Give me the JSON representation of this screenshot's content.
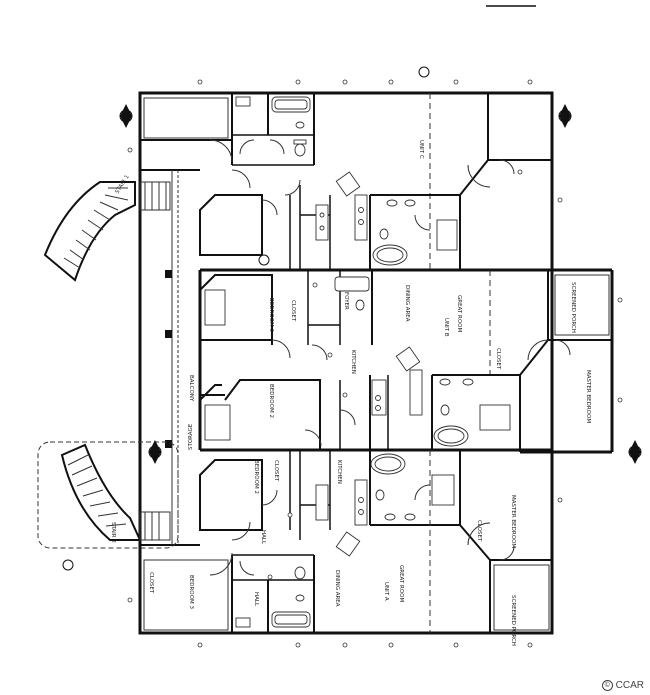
{
  "plan": {
    "labels": {
      "stair_1": "STAIR 1",
      "stair_2": "STAIR 2",
      "unit_a": "UNIT A",
      "unit_b": "UNIT B",
      "unit_c": "UNIT C",
      "great_room": "GREAT ROOM",
      "dining_area": "DINING AREA",
      "kitchen": "KITCHEN",
      "bedroom_2": "BEDROOM 2",
      "bedroom_3": "BEDROOM 3",
      "closet": "CLOSET",
      "master_bedroom": "MASTER BEDROOM",
      "screened_porch": "SCREENED PORCH",
      "foyer": "FOYER",
      "balcony": "BALCONY",
      "storage": "STORAGE",
      "hall": "HALL"
    }
  },
  "watermark": {
    "text": "CCAR",
    "icon": "copyright-icon"
  }
}
